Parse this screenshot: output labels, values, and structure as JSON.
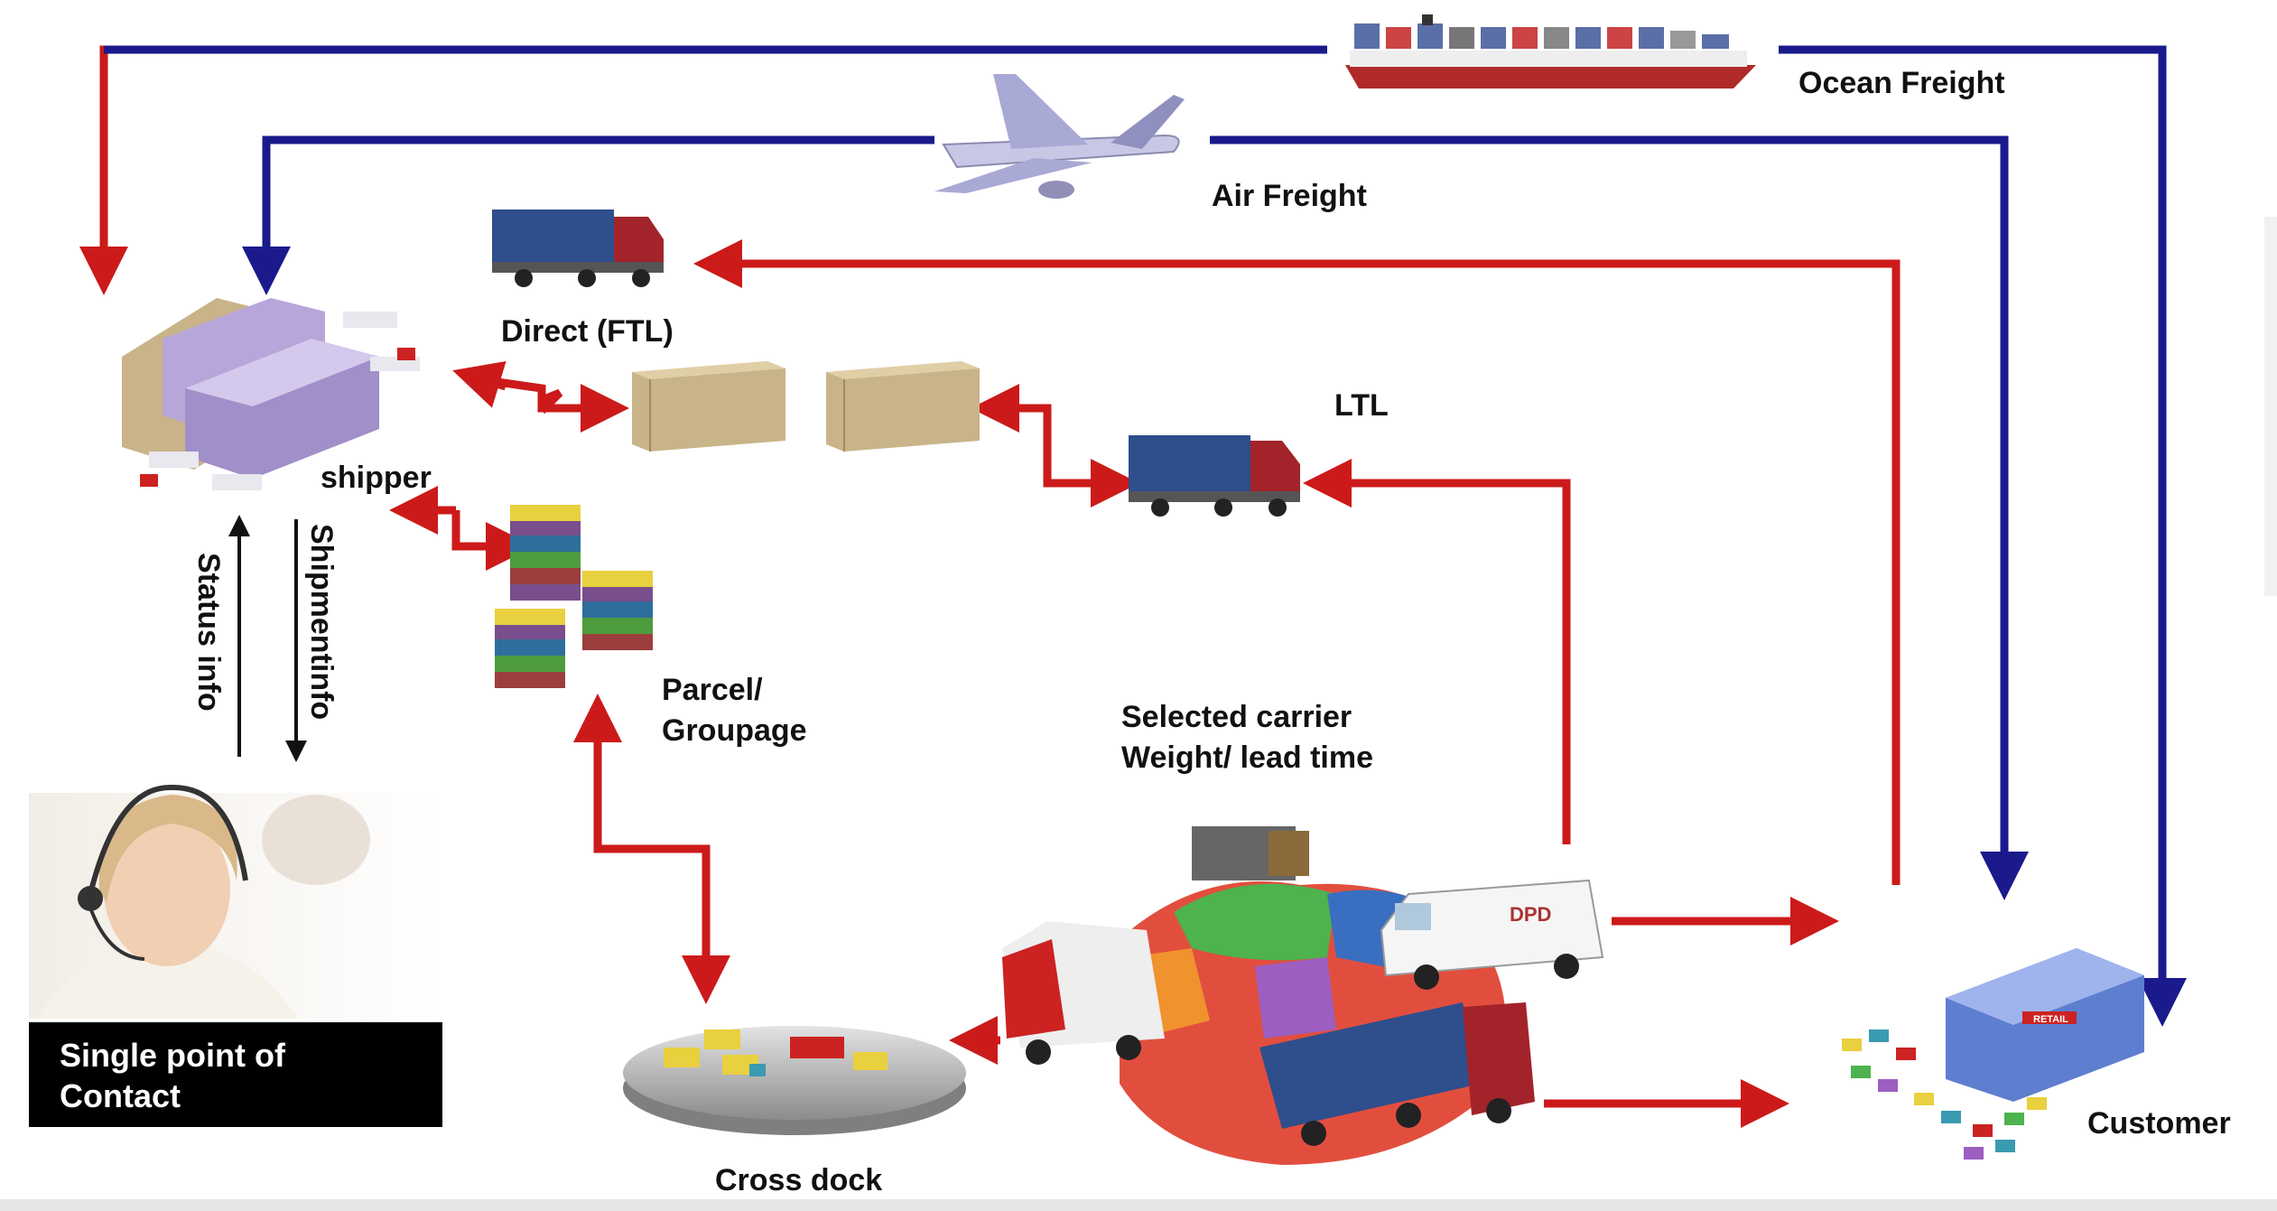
{
  "labels": {
    "ocean_freight": "Ocean Freight",
    "air_freight": "Air Freight",
    "direct_ftl": "Direct (FTL)",
    "ltl": "LTL",
    "shipper": "shipper",
    "status_info": "Status info",
    "shipment_info": "Shipmentinfo",
    "parcel_line1": "Parcel/",
    "parcel_line2": "Groupage",
    "carrier_line1": "Selected carrier",
    "carrier_line2": "Weight/ lead time",
    "contact_line1": "Single point of",
    "contact_line2": "Contact",
    "cross_dock": "Cross dock",
    "customer": "Customer",
    "van_logo": "DPD",
    "customer_building_sign": "RETAIL"
  },
  "colors": {
    "blue_route": "#1a1a8c",
    "red_route": "#cc1a1a",
    "warehouse": "#b7a6d9",
    "truck_cab": "#a3232a",
    "trailer_blue": "#2e4e8c"
  }
}
